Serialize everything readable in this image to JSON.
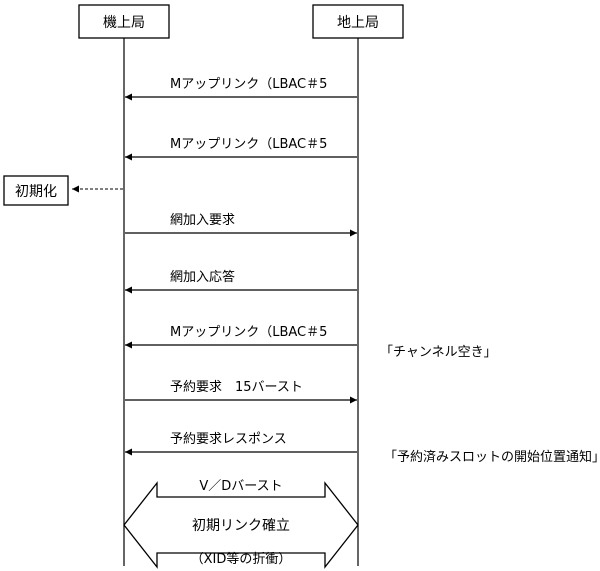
{
  "entities": {
    "aircraft": "機上局",
    "ground": "地上局"
  },
  "init_box": "初期化",
  "messages": [
    {
      "label": "Mアップリンク（LBAC＃5",
      "direction": "left"
    },
    {
      "label": "Mアップリンク（LBAC＃5",
      "direction": "left"
    },
    {
      "label": "網加入要求",
      "direction": "right"
    },
    {
      "label": "網加入応答",
      "direction": "left"
    },
    {
      "label": "Mアップリンク（LBAC＃5",
      "direction": "left"
    },
    {
      "label": "予約要求　15バースト",
      "direction": "right"
    },
    {
      "label": "予約要求レスポンス",
      "direction": "left"
    }
  ],
  "annotations": {
    "channel_free": "「チャンネル空き」",
    "reserved_slot_notice": "「予約済みスロットの開始位置通知」"
  },
  "link_block": {
    "top": "V／Dバースト",
    "middle": "初期リンク確立",
    "bottom": "（XID等の折衝）"
  }
}
